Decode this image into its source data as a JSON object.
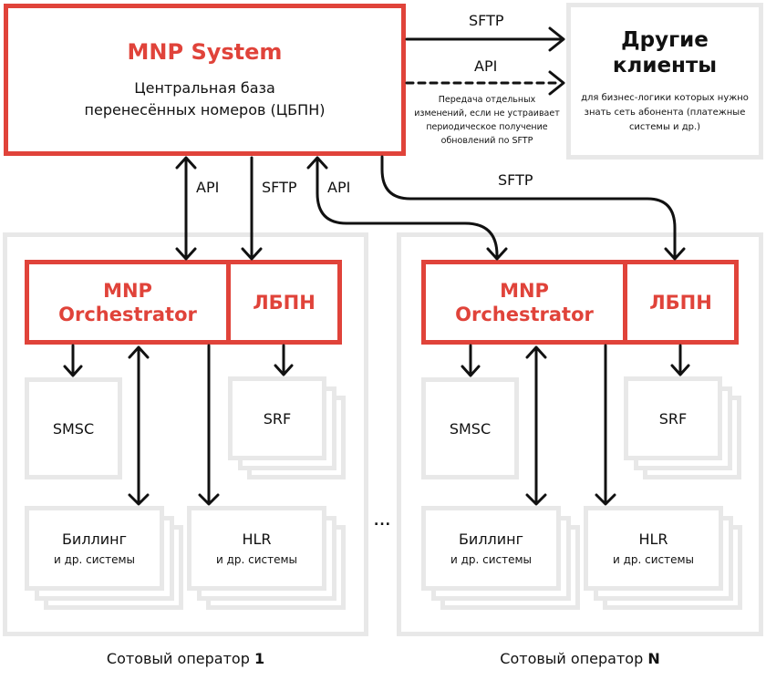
{
  "mnp_system": {
    "title": "MNP System",
    "subtitle_line1": "Центральная база",
    "subtitle_line2": "перенесённых номеров (ЦБПН)"
  },
  "other_clients": {
    "title_line1": "Другие",
    "title_line2": "клиенты",
    "desc_line1": "для бизнес-логики которых нужно",
    "desc_line2": "знать сеть абонента (платежные",
    "desc_line3": "системы и др.)"
  },
  "links": {
    "sftp_top": "SFTP",
    "api_top": "API",
    "api_note_line1": "Передача отдельных",
    "api_note_line2": "изменений, если не устраивает",
    "api_note_line3": "периодическое получение",
    "api_note_line4": "обновлений по SFTP",
    "op1_api": "API",
    "op1_sftp": "SFTP",
    "opN_api": "API",
    "opN_sftp": "SFTP"
  },
  "operators": [
    {
      "caption_prefix": "Сотовый оператор ",
      "caption_bold": "1",
      "orchestrator_line1": "MNP",
      "orchestrator_line2": "Orchestrator",
      "lbpn": "ЛБПН",
      "smsc": "SMSC",
      "srf": "SRF",
      "billing_title": "Биллинг",
      "billing_sub": "и др. системы",
      "hlr_title": "HLR",
      "hlr_sub": "и др. системы"
    },
    {
      "caption_prefix": "Сотовый оператор ",
      "caption_bold": "N",
      "orchestrator_line1": "MNP",
      "orchestrator_line2": "Orchestrator",
      "lbpn": "ЛБПН",
      "smsc": "SMSC",
      "srf": "SRF",
      "billing_title": "Биллинг",
      "billing_sub": "и др. системы",
      "hlr_title": "HLR",
      "hlr_sub": "и др. системы"
    }
  ],
  "ellipsis": "...",
  "colors": {
    "accent": "#e0433a",
    "frame": "#e8e8e8",
    "ink": "#111111"
  }
}
